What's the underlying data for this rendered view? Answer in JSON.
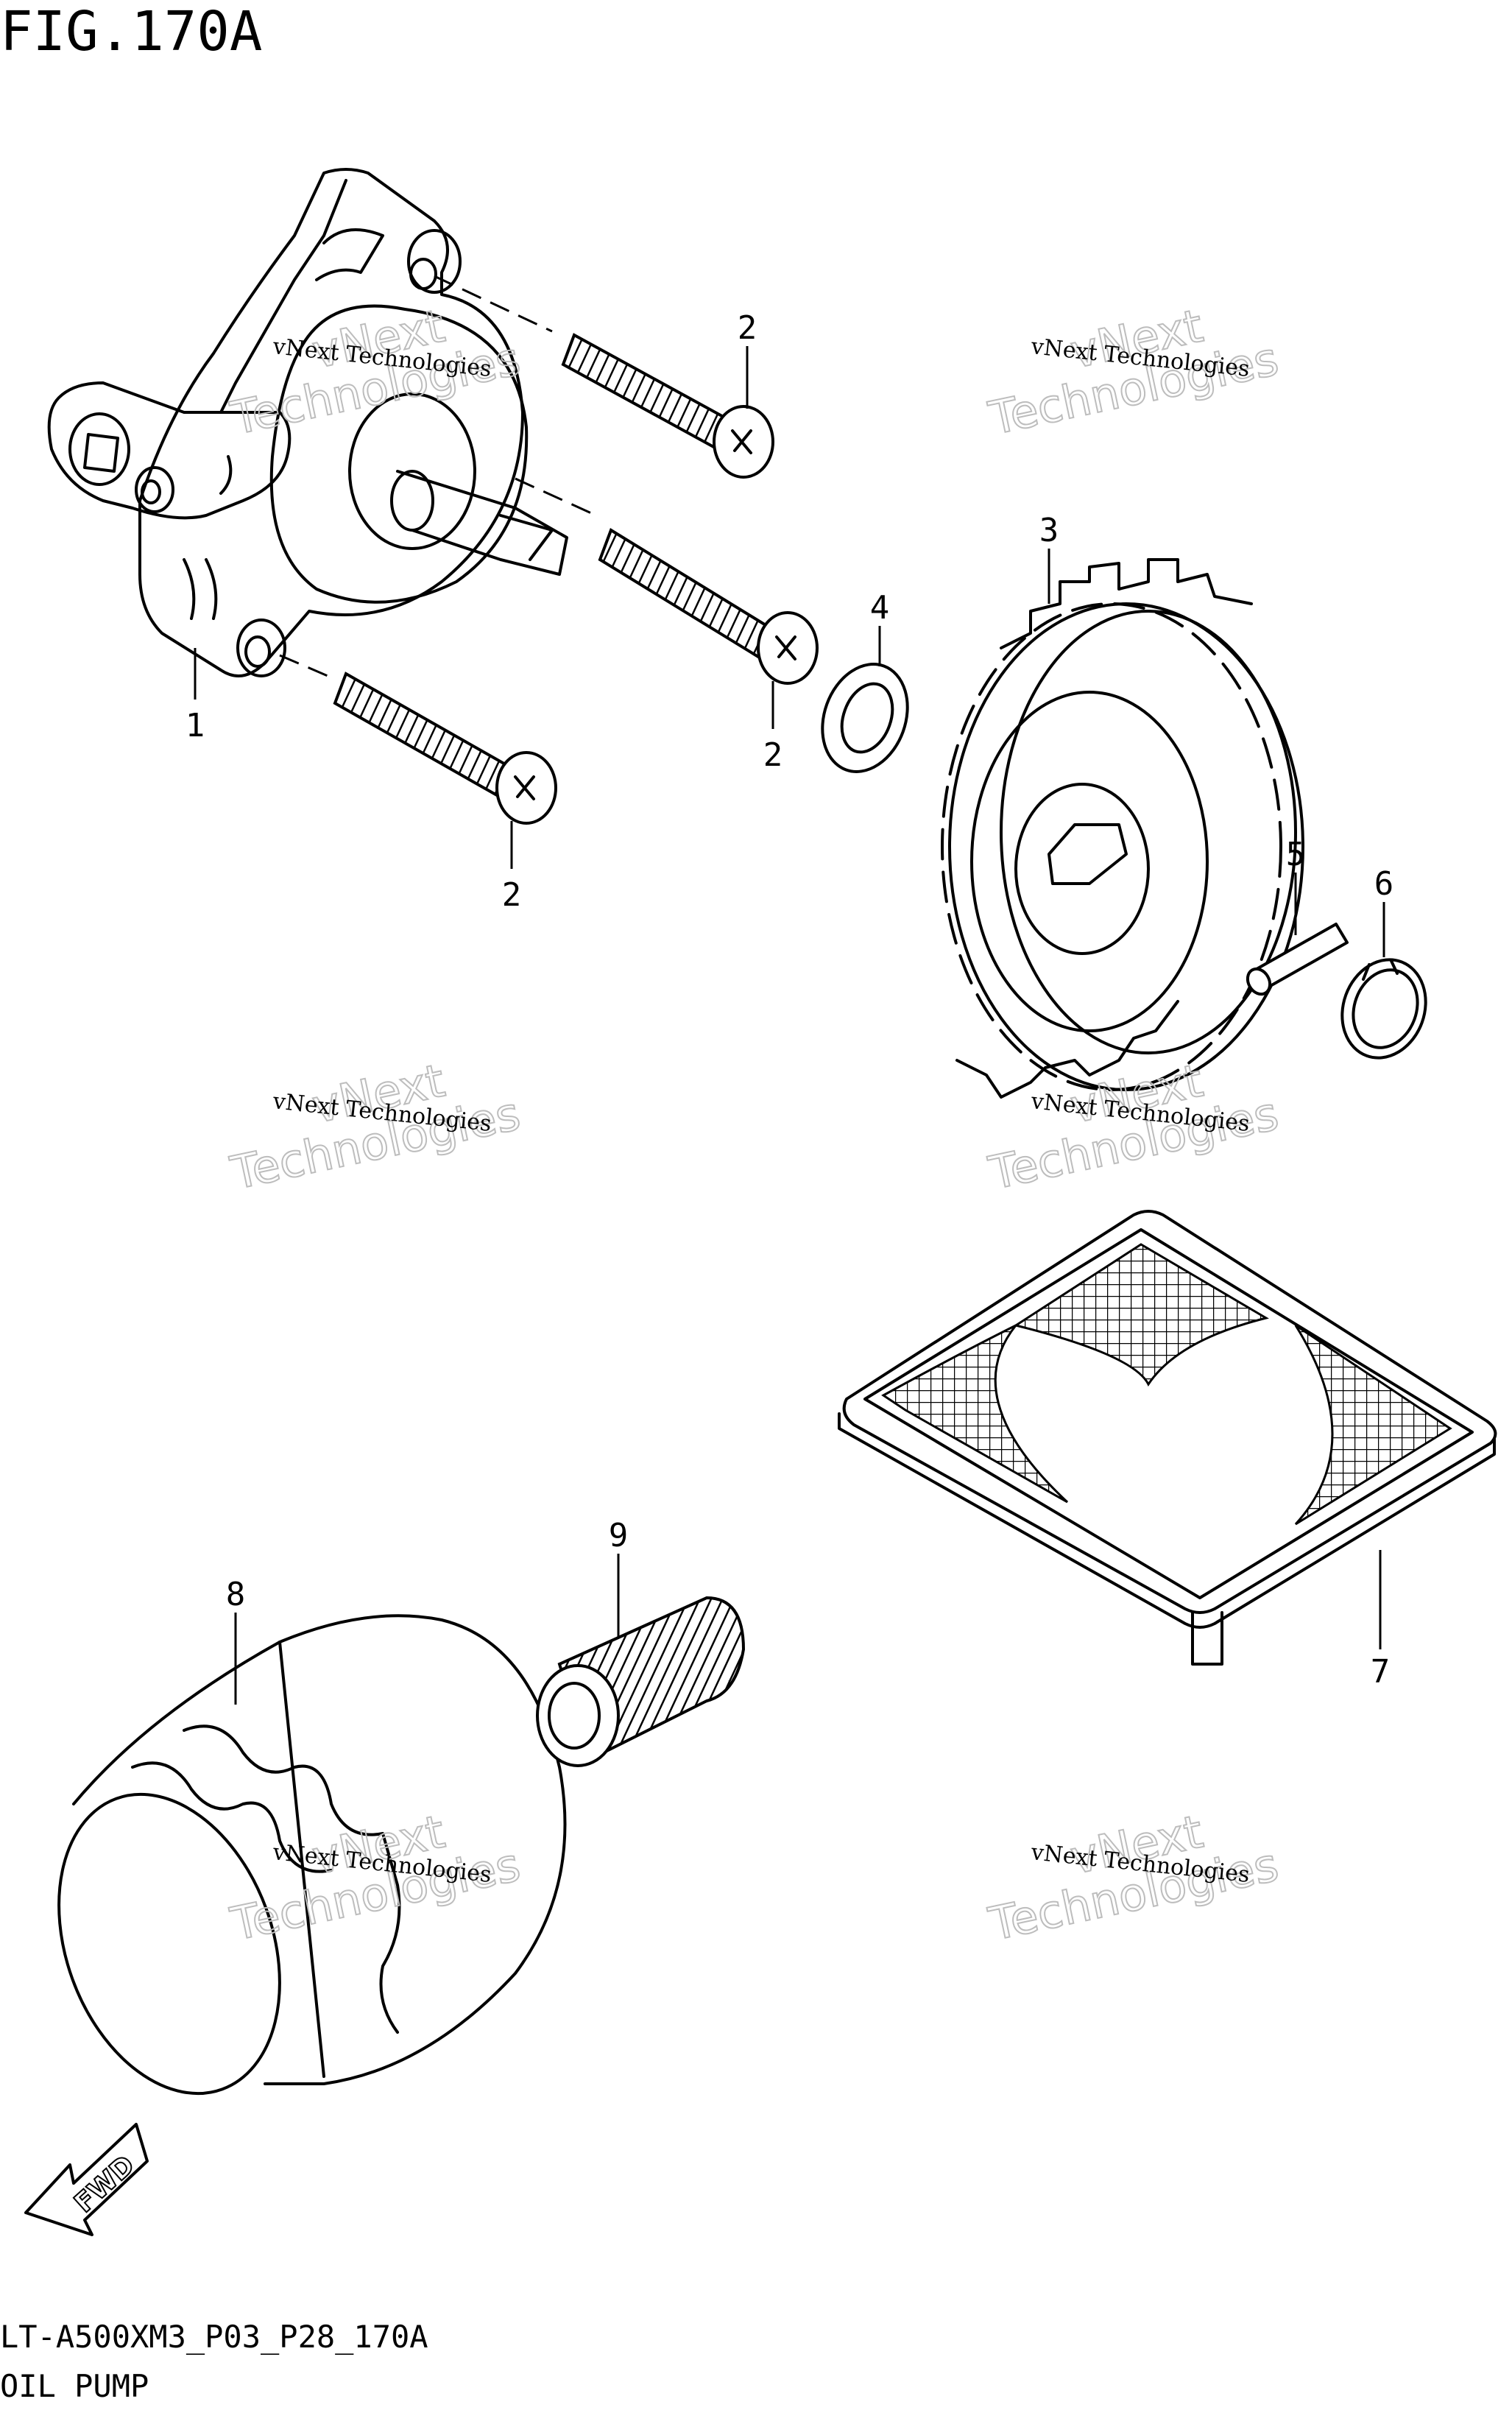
{
  "figure": {
    "title": "FIG.170A",
    "code": "LT-A500XM3_P03_P28_170A",
    "caption": "OIL PUMP"
  },
  "callouts": [
    {
      "id": "c1",
      "label": "1"
    },
    {
      "id": "c2a",
      "label": "2"
    },
    {
      "id": "c2b",
      "label": "2"
    },
    {
      "id": "c2c",
      "label": "2"
    },
    {
      "id": "c3",
      "label": "3"
    },
    {
      "id": "c4",
      "label": "4"
    },
    {
      "id": "c5",
      "label": "5"
    },
    {
      "id": "c6",
      "label": "6"
    },
    {
      "id": "c7",
      "label": "7"
    },
    {
      "id": "c8",
      "label": "8"
    },
    {
      "id": "c9",
      "label": "9"
    }
  ],
  "direction_arrow": {
    "label": "FWD"
  },
  "watermark": {
    "line1": "vNext Technologies",
    "line2": "vNext",
    "line3": "Technologies"
  }
}
